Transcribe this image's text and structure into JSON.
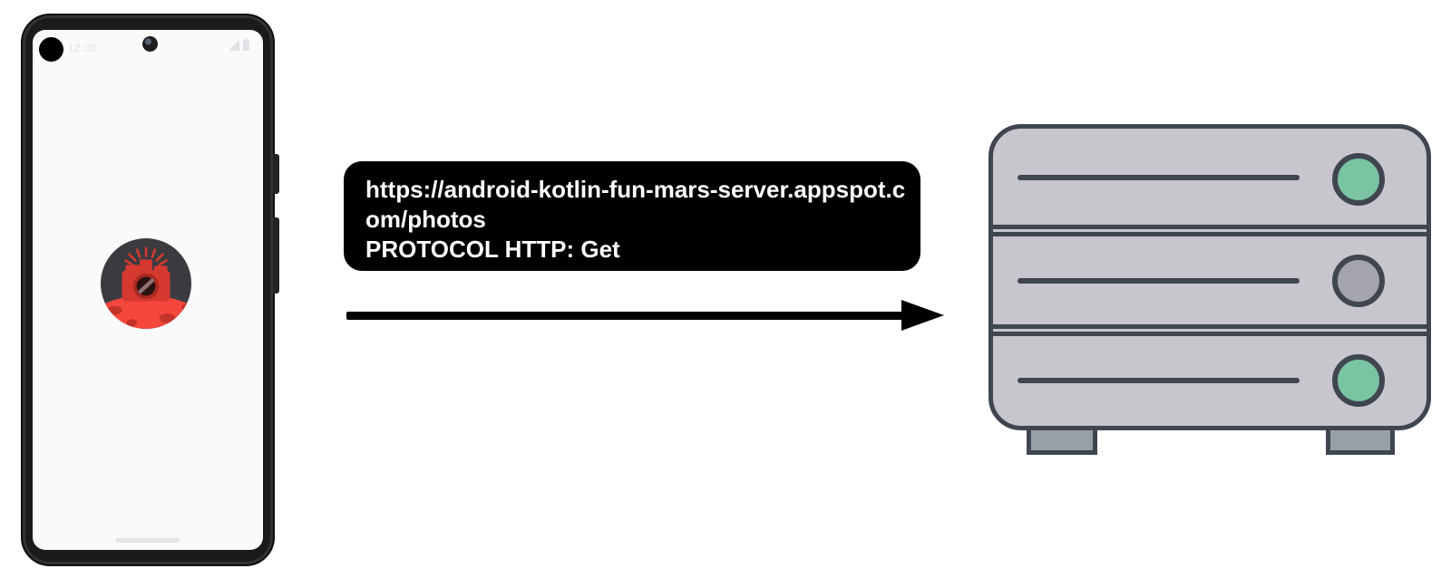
{
  "diagram_title": "phone-app-http-get-request-to-web-server",
  "colors": {
    "background": "#ffffff",
    "request_box_bg": "#000000",
    "request_text": "#ffffff",
    "arrow": "#000000",
    "phone_frame": "#1b1b1e",
    "phone_screen": "#fafafa",
    "app_icon_bg": "#3b3b3f",
    "camera_red": "#d6392f",
    "planet_red": "#f5473d",
    "crater_red": "#c43327",
    "server_body": "#c6c6cc",
    "server_outline": "#3f4650",
    "server_foot": "#999fa8",
    "light_green": "#7ac3a3",
    "light_gray": "#a4a4ac"
  },
  "phone": {
    "status_bar": {
      "time": "12:00",
      "icons": [
        "signal-icon",
        "battery-icon"
      ]
    },
    "app_icon": "mars-photos-camera-icon"
  },
  "request": {
    "url": "https://android-kotlin-fun-mars-server.appspot.com/photos",
    "protocol": "PROTOCOL HTTP: Get",
    "lines": [
      "https://android-kotlin-fun-mars-server.appspot.c",
      "om/photos",
      "PROTOCOL HTTP: Get"
    ]
  },
  "server": {
    "bays": [
      {
        "name": "bay-1",
        "light_color": "#7ac3a3"
      },
      {
        "name": "bay-2",
        "light_color": "#a4a4ac"
      },
      {
        "name": "bay-3",
        "light_color": "#7ac3a3"
      }
    ]
  }
}
